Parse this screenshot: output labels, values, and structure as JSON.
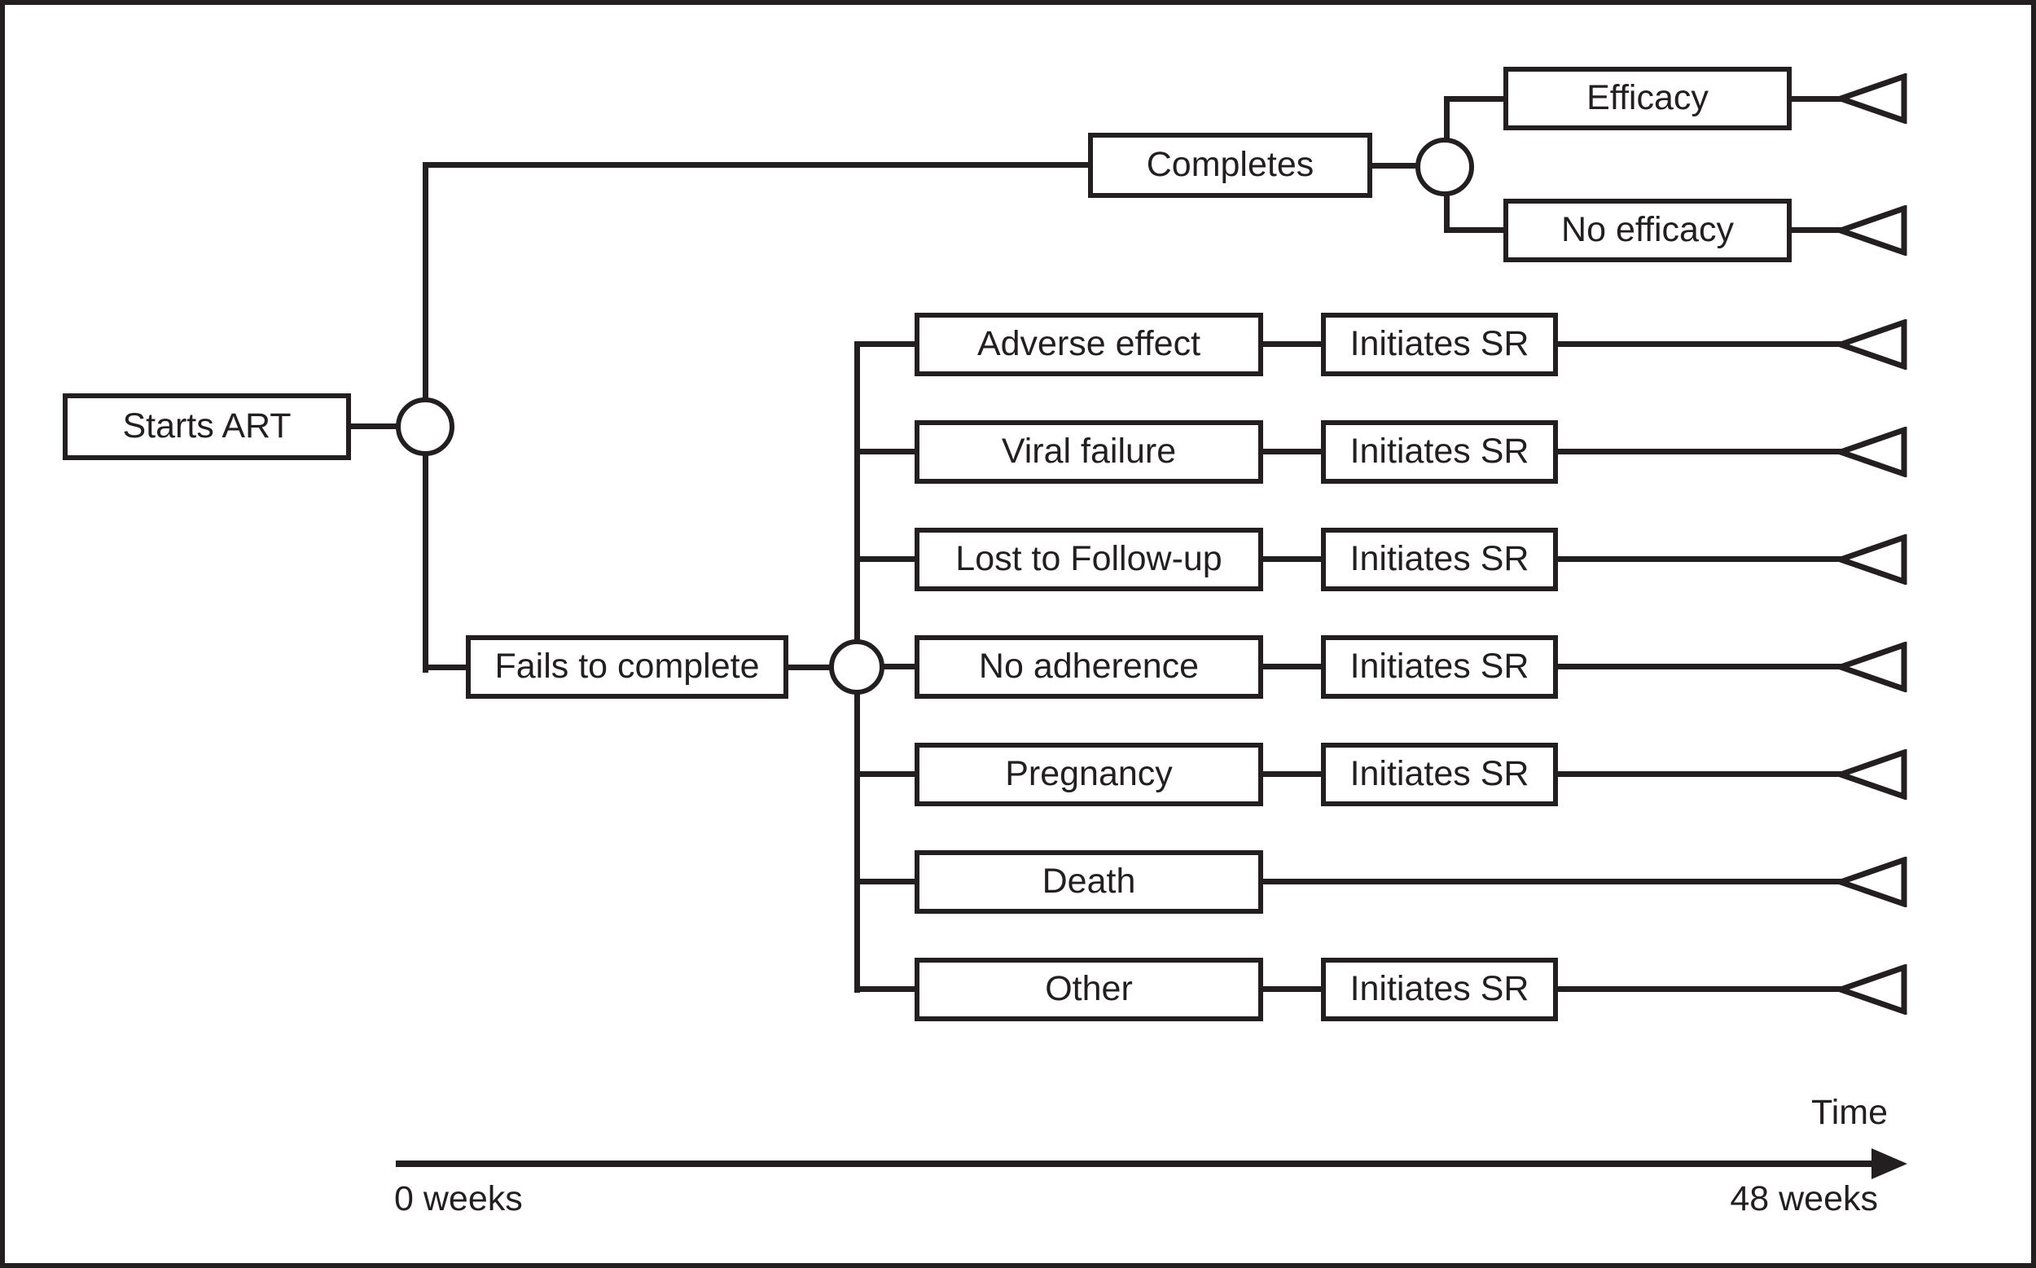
{
  "figure": {
    "type": "decision-tree",
    "colors": {
      "stroke": "#231f20",
      "fill": "#ffffff"
    },
    "root": {
      "label": "Starts ART"
    },
    "complete_branch": {
      "label": "Completes",
      "outcomes": [
        {
          "label": "Efficacy"
        },
        {
          "label": "No efficacy"
        }
      ]
    },
    "fail_branch": {
      "label": "Fails to complete",
      "reasons": [
        {
          "label": "Adverse effect",
          "next": "Initiates SR"
        },
        {
          "label": "Viral failure",
          "next": "Initiates SR"
        },
        {
          "label": "Lost to Follow-up",
          "next": "Initiates SR"
        },
        {
          "label": "No adherence",
          "next": "Initiates SR"
        },
        {
          "label": "Pregnancy",
          "next": "Initiates SR"
        },
        {
          "label": "Death",
          "next": null
        },
        {
          "label": "Other",
          "next": "Initiates SR"
        }
      ]
    },
    "timeline": {
      "label": "Time",
      "start_label": "0 weeks",
      "end_label": "48 weeks"
    }
  }
}
